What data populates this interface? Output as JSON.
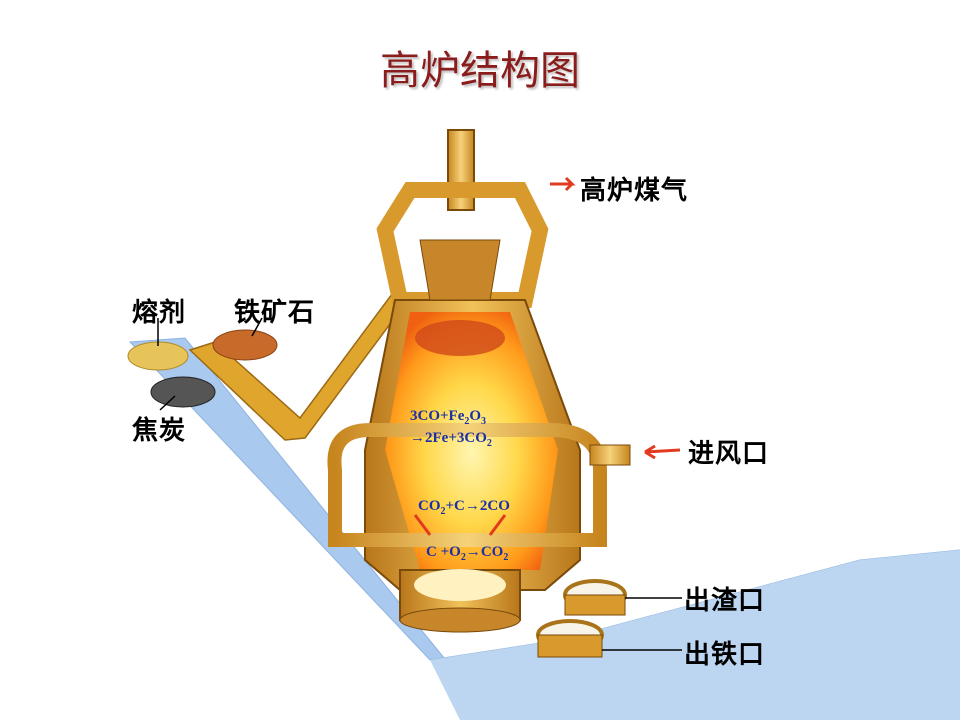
{
  "title": "高炉结构图",
  "labels": {
    "gas": "高炉煤气",
    "flux": "熔剂",
    "ore": "铁矿石",
    "coke": "焦炭",
    "tuyere": "进风口",
    "slag": "出渣口",
    "iron": "出铁口"
  },
  "reactions": {
    "r1_line1_a": "3CO+Fe",
    "r1_line1_sub1": "2",
    "r1_line1_b": "O",
    "r1_line1_sub2": "3",
    "r1_line2_a": "→2Fe+3CO",
    "r1_line2_sub": "2",
    "r2_a": "CO",
    "r2_sub": "2",
    "r2_b": "+C→2CO",
    "r3_a": "C +O",
    "r3_sub1": "2",
    "r3_b": "→CO",
    "r3_sub2": "2"
  },
  "colors": {
    "title": "#8b1c1c",
    "equation": "#1a2fa8",
    "belt": "#a9c9ee",
    "furnace_shell": "#d89a2c",
    "arrow": "#e23a1f"
  }
}
